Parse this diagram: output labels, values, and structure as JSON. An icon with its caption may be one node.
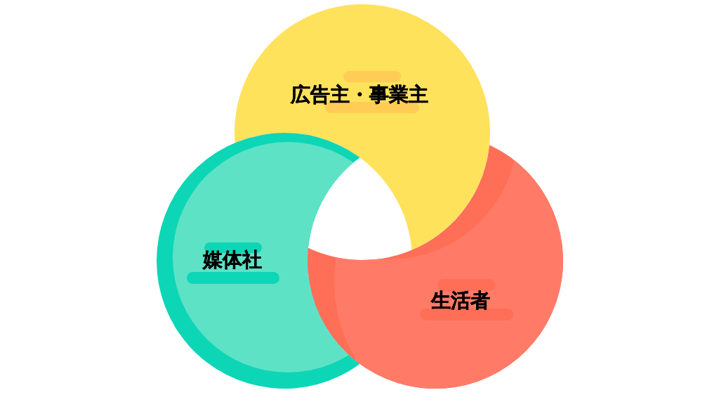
{
  "diagram": {
    "nodes": [
      {
        "text": [
          "広告主・事業主"
        ]
      },
      {
        "text": [
          "媒体社"
        ]
      },
      {
        "text": [
          "生活者"
        ]
      }
    ]
  }
}
